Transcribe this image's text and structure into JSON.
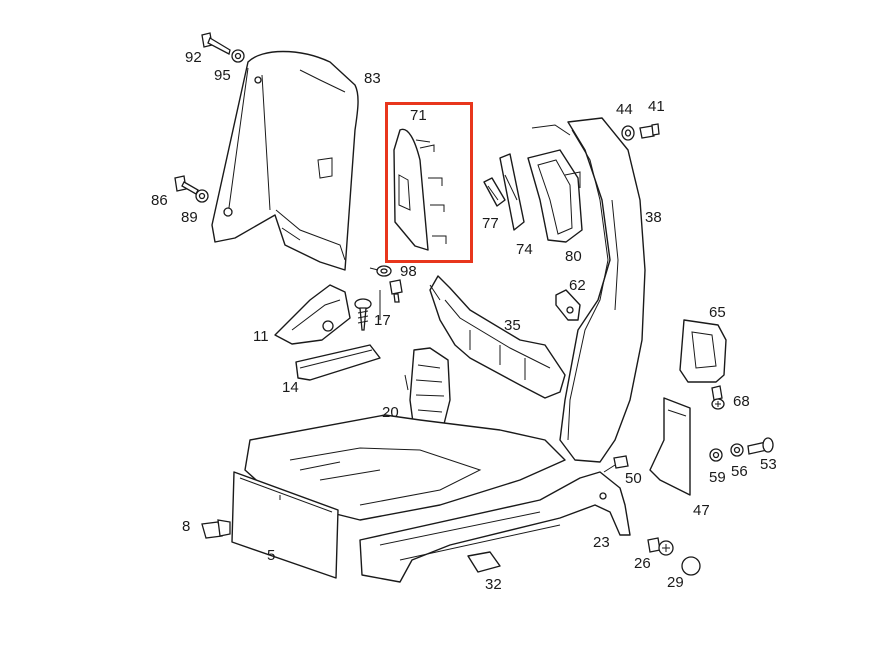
{
  "diagram": {
    "highlighted_part": "71",
    "highlight_color": "#e8361c",
    "labels": {
      "p92": "92",
      "p95": "95",
      "p83": "83",
      "p71": "71",
      "p44": "44",
      "p41": "41",
      "p86": "86",
      "p89": "89",
      "p77": "77",
      "p74": "74",
      "p80": "80",
      "p38": "38",
      "p98": "98",
      "p62": "62",
      "p11": "11",
      "p17": "17",
      "p35": "35",
      "p65": "65",
      "p14": "14",
      "p68": "68",
      "p20": "20",
      "p59": "59",
      "p56": "56",
      "p53": "53",
      "p50": "50",
      "p47": "47",
      "p8": "8",
      "p5": "5",
      "p23": "23",
      "p26": "26",
      "p29": "29",
      "p32": "32"
    }
  }
}
